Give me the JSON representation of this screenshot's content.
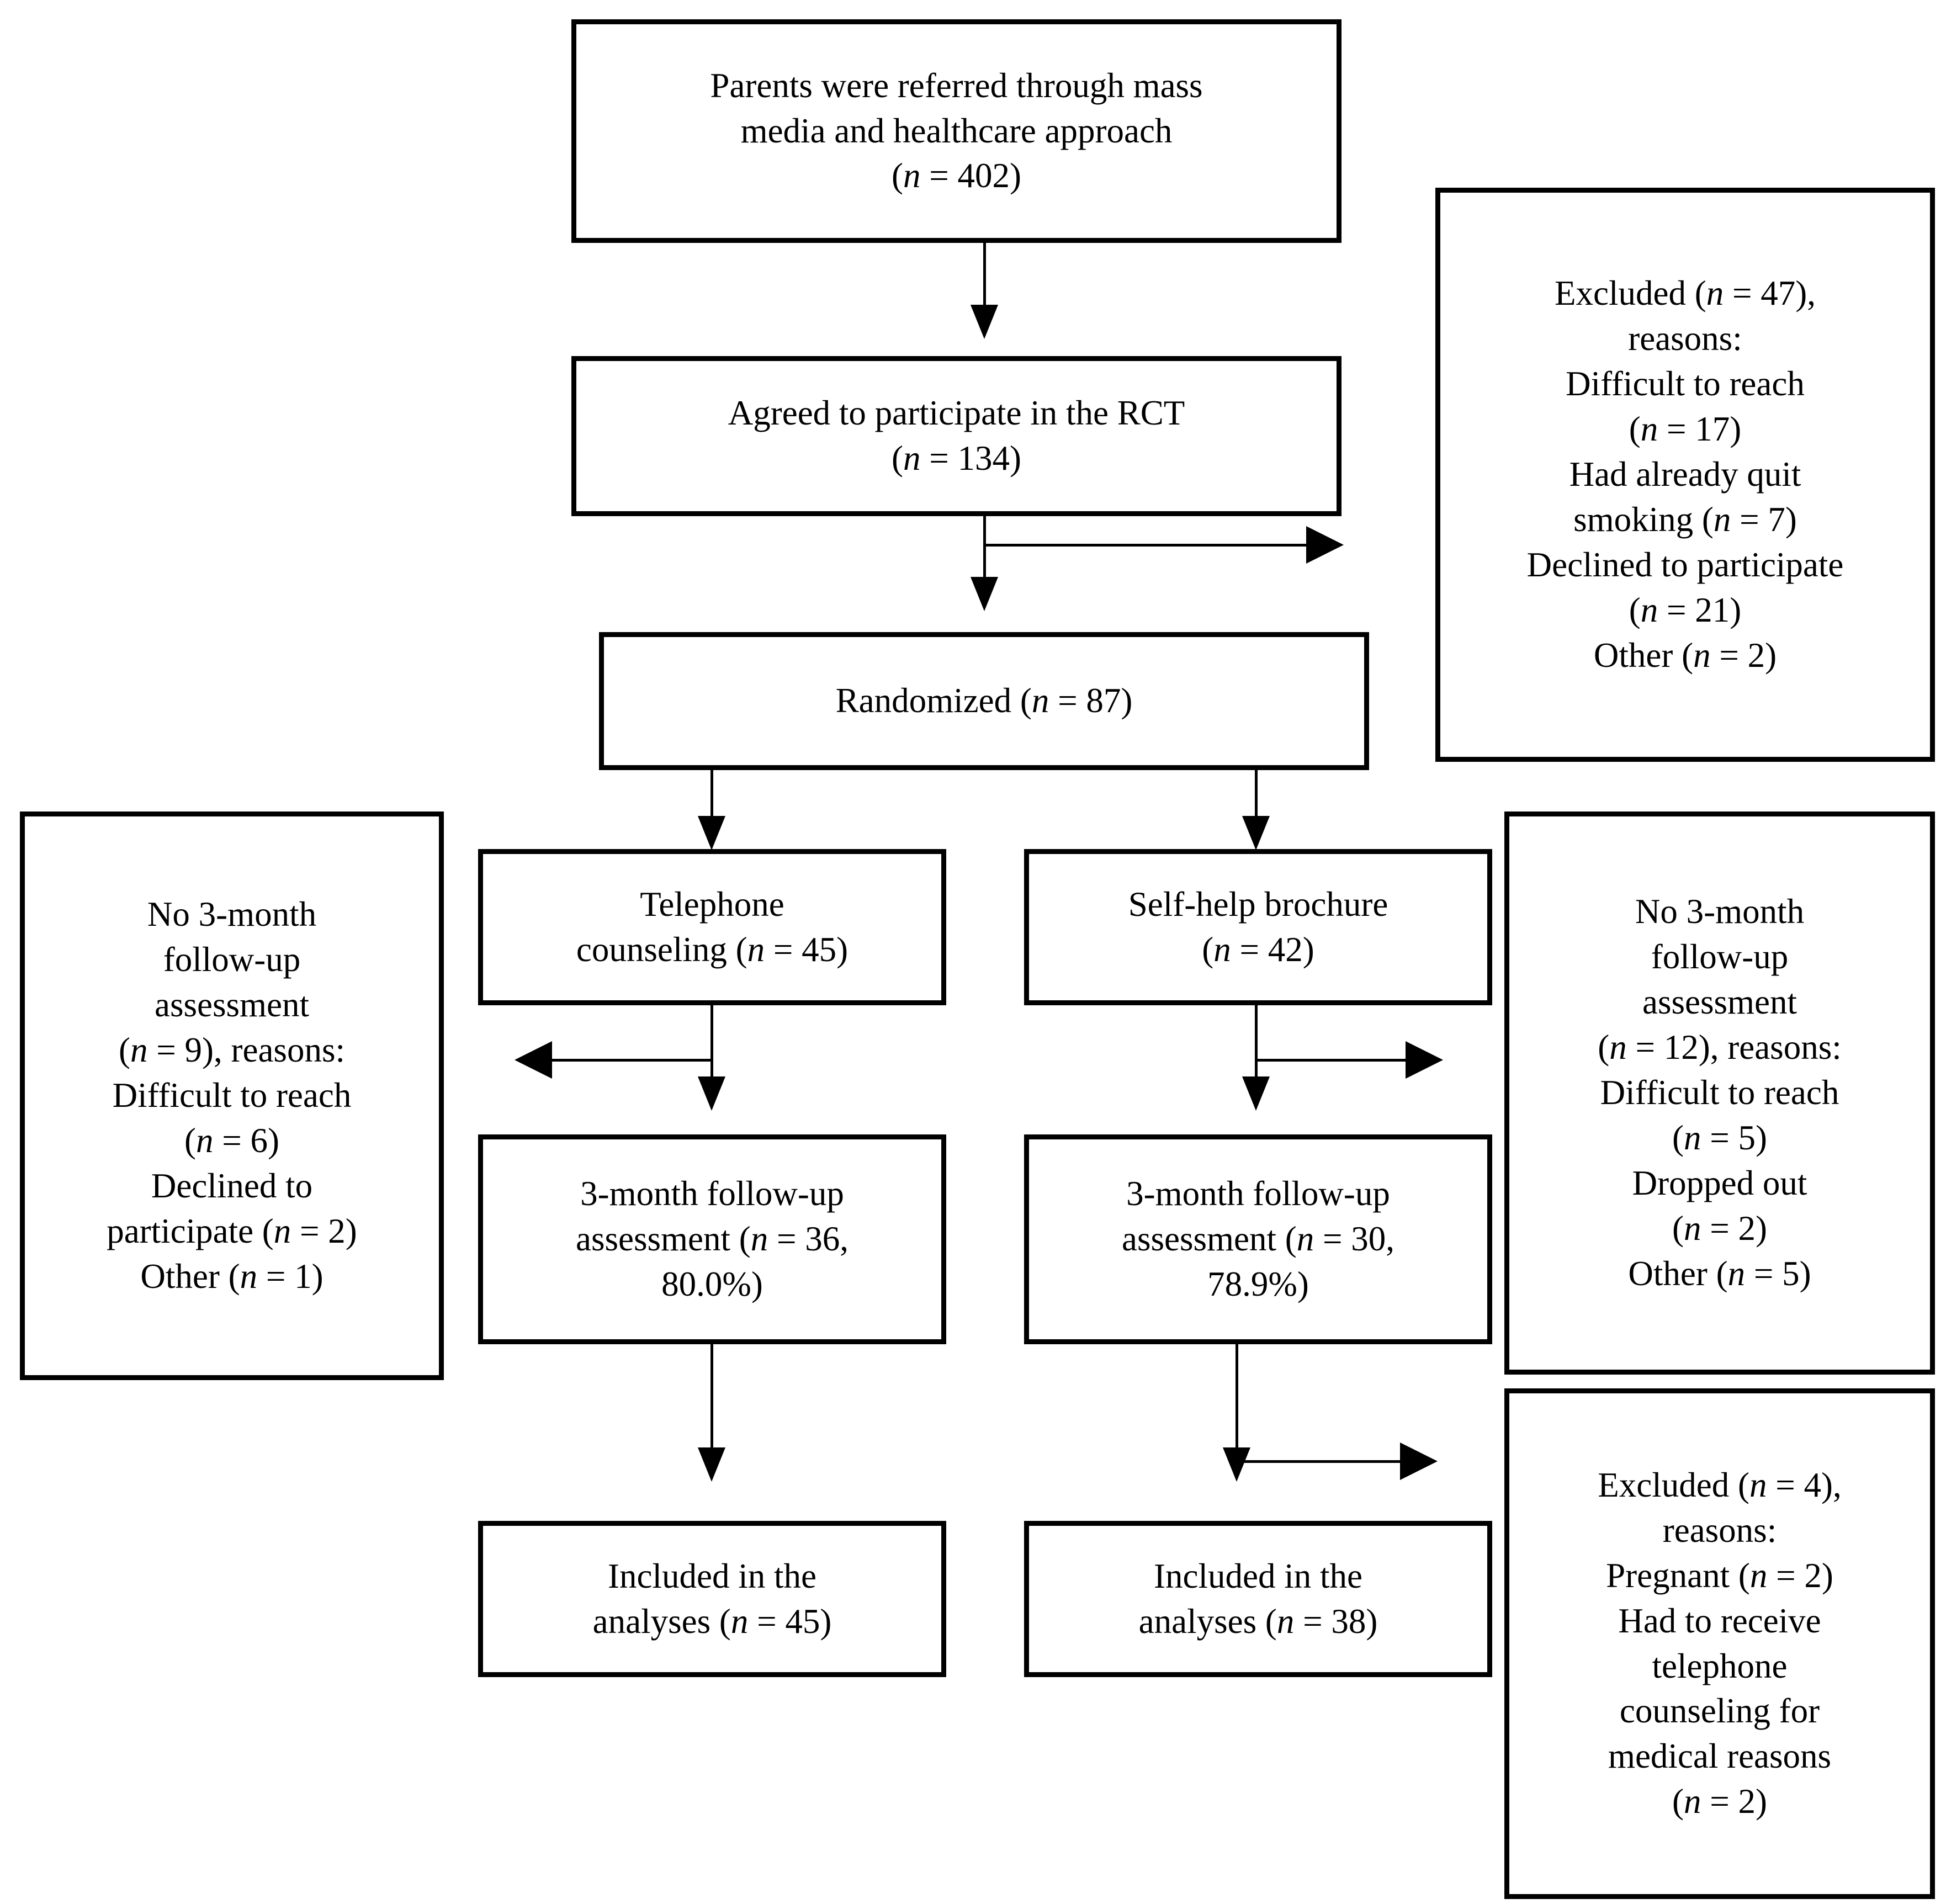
{
  "diagram": {
    "type": "consort-flow-diagram",
    "nodes": {
      "enrollment": "Parents were referred through mass media and healthcare approach (n = 402)",
      "agreed": "Agreed to participate in the RCT (n = 134)",
      "excluded_enrollment": "Excluded (n = 47), reasons: Difficult to reach (n = 17) Had already quit smoking (n = 7) Declined to participate (n = 21) Other (n = 2)",
      "randomized": "Randomized (n = 87)",
      "arm_left": "Telephone counseling (n = 45)",
      "arm_right": "Self-help brochure (n = 42)",
      "lost_left": "No 3-month follow-up assessment (n = 9), reasons: Difficult to reach (n = 6) Declined to participate (n = 2) Other (n = 1)",
      "lost_right": "No 3-month follow-up assessment (n = 12), reasons: Difficult to reach (n = 5) Dropped out (n = 2) Other (n = 5)",
      "followup_left": "3-month follow-up assessment (n = 36, 80.0%)",
      "followup_right": "3-month follow-up assessment (n = 30, 78.9%)",
      "excluded_analysis": "Excluded (n = 4), reasons: Pregnant (n = 2) Had to receive telephone counseling for medical reasons (n = 2)",
      "analysis_left": "Included in the analyses (n = 45)",
      "analysis_right": "Included in the analyses (n = 38)"
    },
    "lines": {
      "enrollment": [
        "Parents were referred through mass",
        "media and healthcare approach",
        "(n = 402)"
      ],
      "agreed": [
        "Agreed to participate in the RCT",
        "(n = 134)"
      ],
      "excluded_enrollment": [
        "Excluded (n = 47),",
        "reasons:",
        "Difficult to reach",
        "(n = 17)",
        "Had already quit",
        "smoking (n = 7)",
        "Declined to participate",
        "(n = 21)",
        "Other (n = 2)"
      ],
      "randomized": [
        "Randomized (n = 87)"
      ],
      "arm_left": [
        "Telephone",
        "counseling (n = 45)"
      ],
      "arm_right": [
        "Self-help brochure",
        "(n = 42)"
      ],
      "lost_left": [
        "No 3-month",
        "follow-up",
        "assessment",
        "(n = 9), reasons:",
        "Difficult to reach",
        "(n = 6)",
        "Declined to",
        "participate (n = 2)",
        "Other (n = 1)"
      ],
      "lost_right": [
        "No 3-month",
        "follow-up",
        "assessment",
        "(n = 12), reasons:",
        "Difficult to reach",
        "(n = 5)",
        "Dropped out",
        "(n = 2)",
        "Other (n = 5)"
      ],
      "followup_left": [
        "3-month follow-up",
        "assessment (n = 36,",
        "80.0%)"
      ],
      "followup_right": [
        "3-month follow-up",
        "assessment (n = 30,",
        "78.9%)"
      ],
      "excluded_analysis": [
        "Excluded (n = 4),",
        "reasons:",
        "Pregnant (n = 2)",
        "Had to receive",
        "telephone",
        "counseling for",
        "medical reasons",
        "(n = 2)"
      ],
      "analysis_left": [
        "Included in the",
        "analyses (n = 45)"
      ],
      "analysis_right": [
        "Included in the",
        "analyses (n = 38)"
      ]
    },
    "colors": {
      "border": "#000000",
      "background": "#ffffff",
      "text": "#000000"
    }
  }
}
